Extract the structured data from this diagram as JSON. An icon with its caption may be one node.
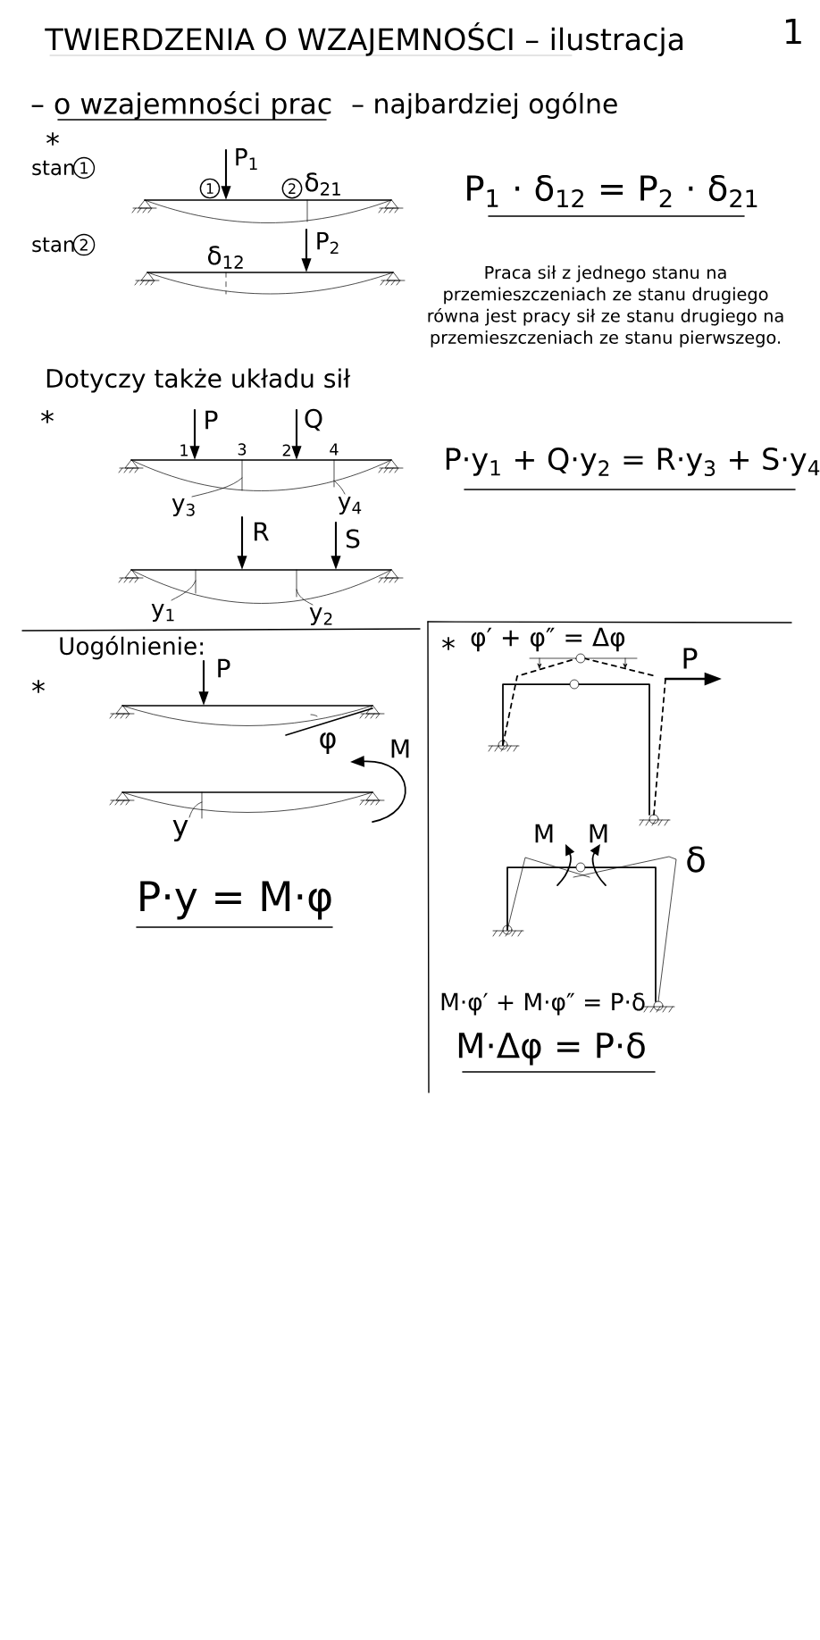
{
  "diagram": {
    "title": "TWIERDZENIA O WZAJEMNOŚCI – ilustracja",
    "labels": [
      "1",
      "– o wzajemności prac",
      "– najbardziej ogólne",
      "*",
      "stan",
      "1",
      "P$_{1}$",
      "1",
      "2",
      "δ$_{21}$",
      "P$_{1}$ · δ$_{12}$ = P$_{2}$ · δ$_{21}$",
      "stan",
      "2",
      "δ$_{12}$",
      "P$_{2}$",
      "Praca sił z jednego stanu na przemieszczeniach ze stanu drugiego równa jest pracy sił ze stanu drugiego na przemieszczeniach ze stanu pierwszego.",
      "Dotyczy także układu sił",
      "*",
      "P",
      "Q",
      "1",
      "3",
      "2",
      "4",
      "y$_{3}$",
      "y$_{4}$",
      "P·y$_{1}$ + Q·y$_{2}$ = R·y$_{3}$ + S·y$_{4}$",
      "R",
      "S",
      "y$_{1}$",
      "y$_{2}$",
      "Uogólnienie:",
      "*",
      "P",
      "φ",
      "M",
      "y",
      "P·y = M·φ",
      "*",
      "φ′ + φ″ = Δφ",
      "P",
      "M",
      "M",
      "δ",
      "M·φ′ + M·φ″ = P·δ",
      "M·Δφ = P·δ"
    ]
  }
}
